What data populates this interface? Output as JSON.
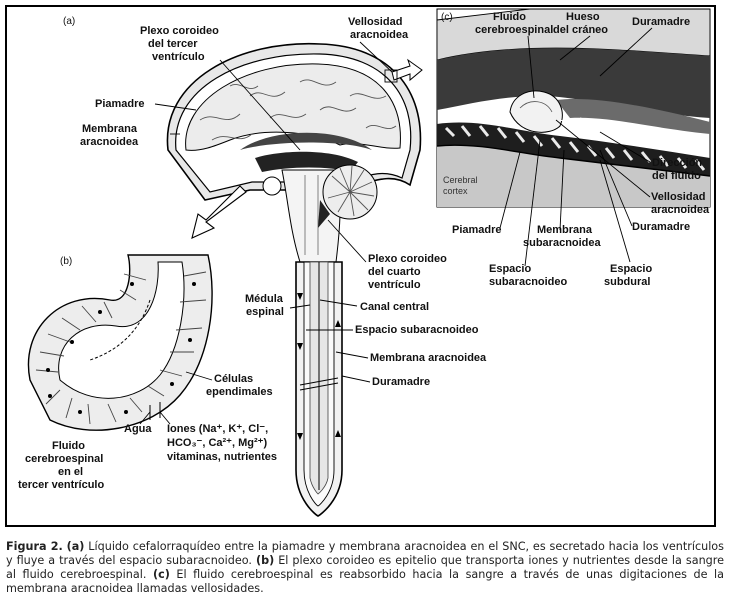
{
  "panels": {
    "a": "(a)",
    "b": "(b)",
    "c": "(c)"
  },
  "panel_a": {
    "plexo_tercer": [
      "Plexo coroideo",
      "del tercer",
      "ventrículo"
    ],
    "vellosidad": [
      "Vellosidad",
      "aracnoidea"
    ],
    "piamadre": "Piamadre",
    "membrana": [
      "Membrana",
      "aracnoidea"
    ],
    "plexo_cuarto": [
      "Plexo coroideo",
      "del cuarto",
      "ventrículo"
    ],
    "medula": [
      "Médula",
      "espinal"
    ],
    "canal": "Canal central",
    "espacio_sub": "Espacio subaracnoideo",
    "membrana_arac": "Membrana aracnoidea",
    "duramadre": "Duramadre"
  },
  "panel_b": {
    "celulas": [
      "Células",
      "ependimales"
    ],
    "agua": "Agua",
    "iones_l1": "Iones (Na⁺, K⁺, Cl⁻,",
    "iones_l2": "HCO₃⁻, Ca²⁺, Mg²⁺)",
    "iones_l3": "vitaminas, nutrientes",
    "fluido": [
      "Fluido",
      "cerebroespinal",
      "en el",
      "tercer ventrículo"
    ]
  },
  "panel_c": {
    "fluido_cs": [
      "Fluido",
      "cerebroespinal"
    ],
    "hueso": [
      "Hueso",
      "del cráneo"
    ],
    "duramadre_top": "Duramadre",
    "cerebral": [
      "Cerebral",
      "cortex"
    ],
    "direccion": [
      "Dirección",
      "del fluido"
    ],
    "vellosidad": [
      "Vellosidad",
      "aracnoidea"
    ],
    "duramadre_right": "Duramadre",
    "piamadre": "Piamadre",
    "membrana_sub": [
      "Membrana",
      "subaracnoidea"
    ],
    "espacio_sub": [
      "Espacio",
      "subaracnoideo"
    ],
    "espacio_subdural": [
      "Espacio",
      "subdural"
    ]
  },
  "caption": {
    "fig": "Figura 2.",
    "a_tag": "(a)",
    "a_text": " Líquido cefalorraquídeo entre la piamadre y membrana aracnoidea en el SNC, es secretado hacia los ventrículos y fluye a través del espacio subaracnoideo. ",
    "b_tag": "(b)",
    "b_text": " El plexo coroideo es epitelio que transporta iones y nutrientes desde la sangre al fluido cerebroespinal. ",
    "c_tag": "(c)",
    "c_text": " El fluido cerebroespinal es reabsorbido hacia la sangre a través de unas digitaciones de la membrana aracnoidea llamadas vellosidades."
  }
}
